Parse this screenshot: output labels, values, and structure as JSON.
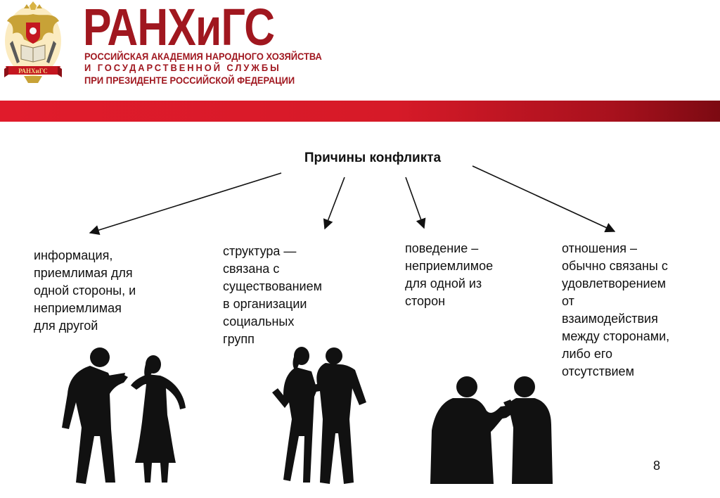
{
  "header": {
    "brand_name": "РАНХиГС",
    "brand_line1": "РОССИЙСКАЯ АКАДЕМИЯ НАРОДНОГО ХОЗЯЙСТВА",
    "brand_line2": "И ГОСУДАРСТВЕННОЙ СЛУЖБЫ",
    "brand_line3": "ПРИ ПРЕЗИДЕНТЕ РОССИЙСКОЙ ФЕДЕРАЦИИ",
    "emblem_ribbon_text": "РАНХиГС"
  },
  "diagram": {
    "title": "Причины конфликта",
    "causes": [
      {
        "text": "информация,\nприемлимая для\nодной стороны, и\nнеприемлимая\nдля другой"
      },
      {
        "text": "структура —\nсвязана с\nсуществованием\nв организации\nсоциальных\nгрупп"
      },
      {
        "text": "поведение –\nнеприемлимое\nдля одной из\nсторон"
      },
      {
        "text": "отношения –\nобычно связаны с\nудовлетворением\nот\nвзаимодействия\nмежду сторонами,\nлибо его\nотсутствием"
      }
    ]
  },
  "page_number": "8",
  "colors": {
    "brand_red": "#a0171f",
    "band_red": "#e01b2b",
    "band_dark": "#7c0a12",
    "silhouette": "#111111"
  },
  "icons": {
    "emblem": "double-headed-eagle-emblem",
    "silhouettes": [
      "arguing-man-woman",
      "arguing-woman-man",
      "arguing-two-men"
    ]
  }
}
